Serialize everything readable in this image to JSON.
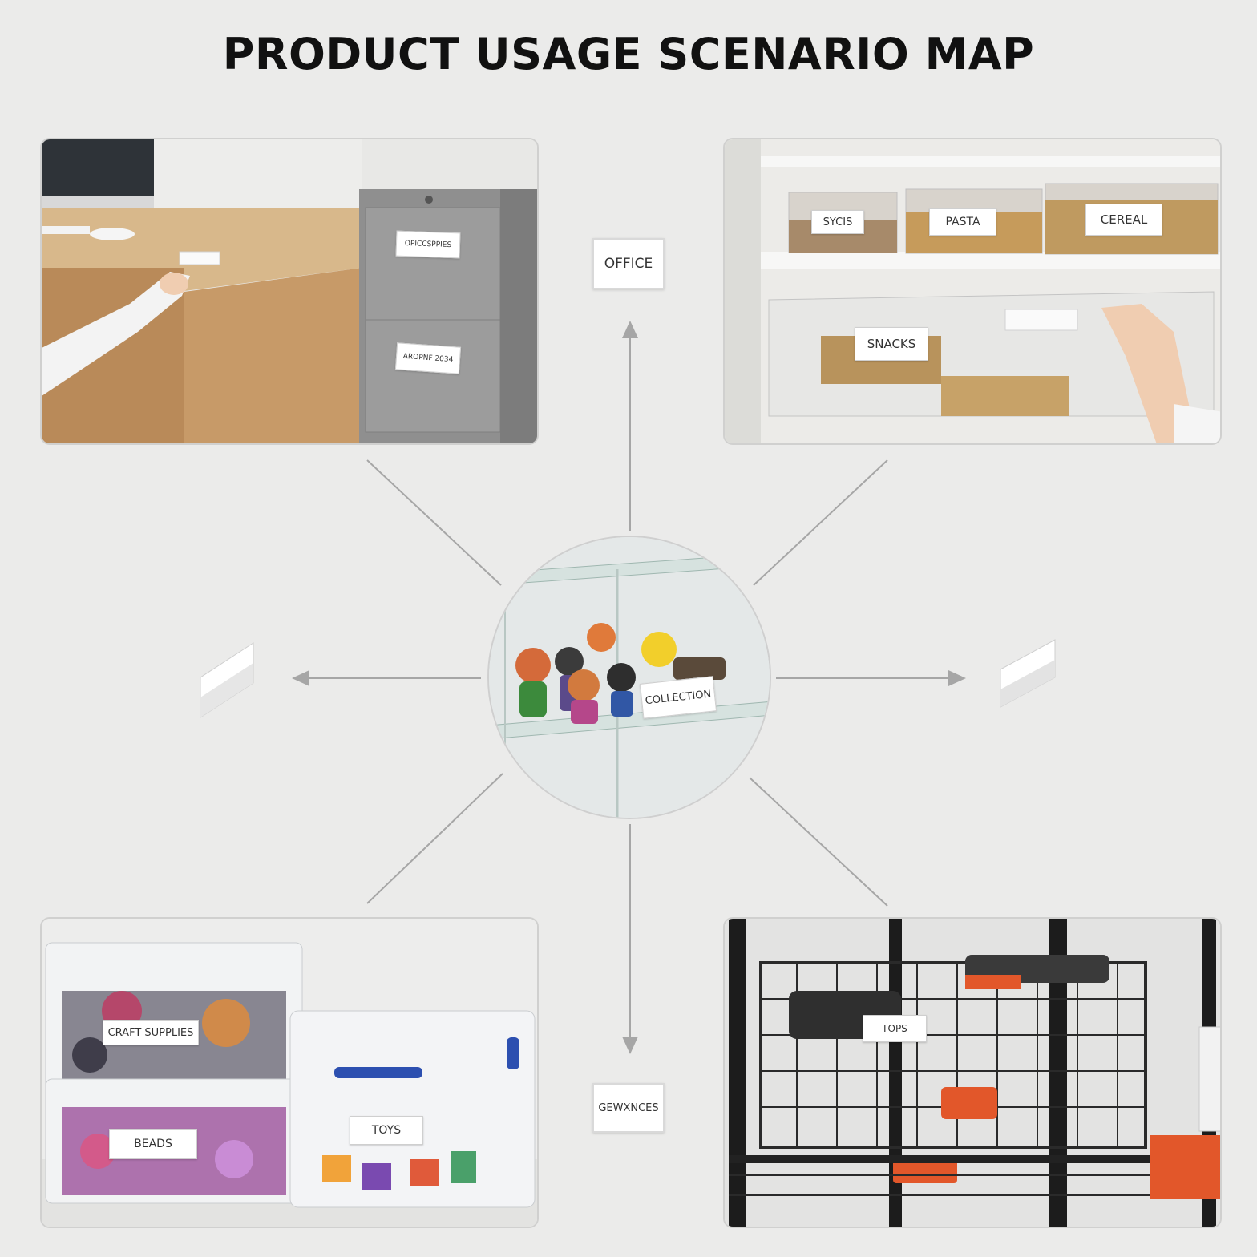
{
  "title": "PRODUCT USAGE SCENARIO MAP",
  "callouts": {
    "top": "OFFICE",
    "bottom": "GEWXNCES"
  },
  "panels": {
    "office": {
      "labels": [
        "OPICCSPPIES",
        "AROPNF 2034"
      ]
    },
    "pantry": {
      "labels": [
        "SYCIS",
        "PASTA",
        "CEREAL",
        "SNACKS"
      ]
    },
    "center": {
      "label": "COLLECTION"
    },
    "crafts": {
      "labels": [
        "CRAFT SUPPLIES",
        "BEADS",
        "TOYS"
      ]
    },
    "garage": {
      "labels": [
        "TOPS"
      ]
    }
  },
  "colors": {
    "background": "#ebebea",
    "connector": "#a6a6a6",
    "tag_background": "#ffffff",
    "blue_latch": "#2c4fb0",
    "orange_tool": "#e2572a"
  }
}
